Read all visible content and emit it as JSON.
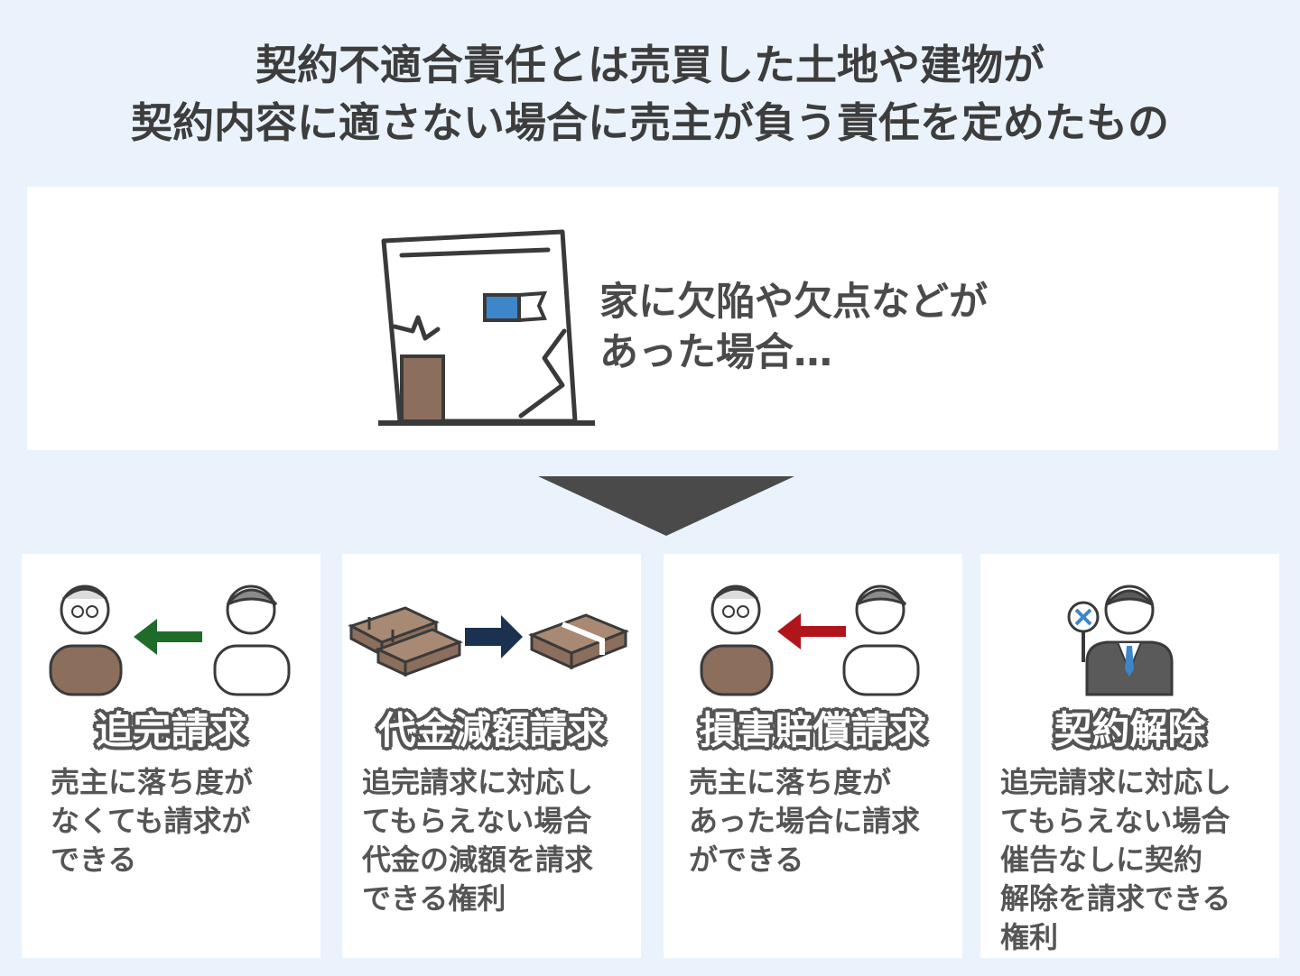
{
  "title": {
    "line1": "契約不適合責任とは売買した土地や建物が",
    "line2": "契約内容に適さない場合に売主が負う責任を定めたもの"
  },
  "defect": {
    "line1": "家に欠陥や欠点などが",
    "line2": "あった場合…"
  },
  "cards": [
    {
      "title": "追完請求",
      "desc": "売主に落ち度が\nなくても請求が\nできる",
      "arrow_color": "#1e6b2a"
    },
    {
      "title": "代金減額請求",
      "desc": "追完請求に対応し\nてもらえない場合\n代金の減額を請求\nできる権利",
      "arrow_color": "#1b3150"
    },
    {
      "title": "損害賠償請求",
      "desc": "売主に落ち度が\nあった場合に請求\nができる",
      "arrow_color": "#b0151b"
    },
    {
      "title": "契約解除",
      "desc": "追完請求に対応し\nてもらえない場合\n催告なしに契約\n解除を請求できる\n権利",
      "arrow_color": "#3d86c9"
    }
  ],
  "colors": {
    "background": "#eaf3fb",
    "brown": "#8b6e5c",
    "blue_accent": "#3d86c9",
    "down_arrow": "#4a4a4a"
  }
}
